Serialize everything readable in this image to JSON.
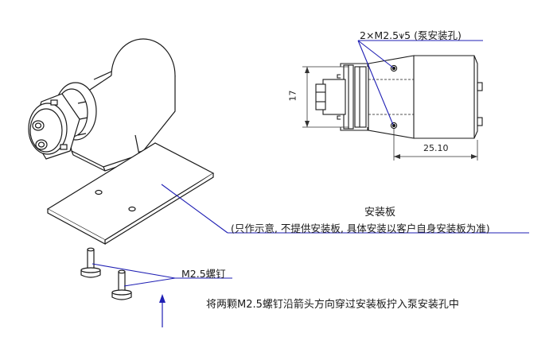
{
  "callouts": {
    "pump_hole": "2×M2.5⩛5 (泵安装孔)",
    "mount_plate_title": "安装板",
    "mount_plate_note": "(只作示意, 不提供安装板, 具体安装以客户自身安装板为准)",
    "screw": "M2.5螺钉",
    "instruction": "将两颗M2.5螺钉沿箭头方向穿过安装板拧入泵安装孔中"
  },
  "dimensions": {
    "height": "17",
    "length": "25.10"
  },
  "colors": {
    "line": "#1a1a1a",
    "callout": "#1f1fb4",
    "dimension": "#333333"
  }
}
